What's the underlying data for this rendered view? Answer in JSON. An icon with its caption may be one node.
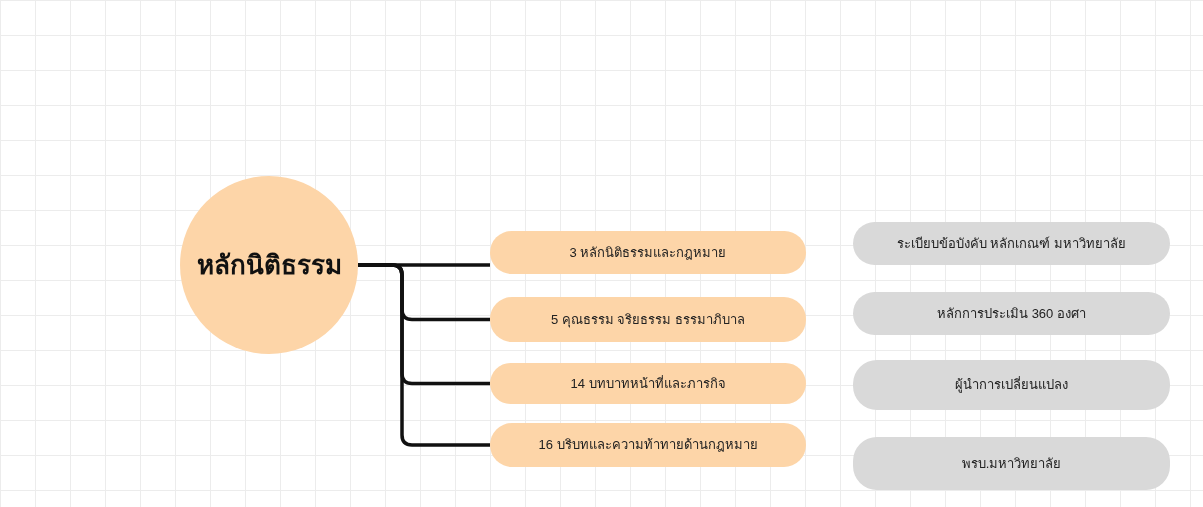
{
  "diagram": {
    "nodes": [
      {
        "text": [
          "หลักนิติธรรม"
        ]
      },
      {
        "text": [
          "3 หลักนิติธรรมและกฎหมาย"
        ]
      },
      {
        "text": [
          "5 คุณธรรม จริยธรรม ธรรมาภิบาล"
        ]
      },
      {
        "text": [
          "14 บทบาทหน้าที่และภารกิจ"
        ]
      },
      {
        "text": [
          "16 บริบทและความท้าทายด้านกฎหมาย"
        ]
      },
      {
        "text": [
          "ระเบียบข้อบังคับ หลักเกณฑ์ มหาวิทยาลัย"
        ]
      },
      {
        "text": [
          "หลักการประเมิน 360 องศา"
        ]
      },
      {
        "text": [
          "ผู้นำการเปลี่ยนแปลง"
        ]
      },
      {
        "text": [
          "พรบ.มหาวิทยาลัย"
        ]
      }
    ],
    "edges": [
      {
        "from": 0,
        "to": 1,
        "arrow": "none"
      },
      {
        "from": 0,
        "to": 2,
        "arrow": "none"
      },
      {
        "from": 0,
        "to": 3,
        "arrow": "none"
      },
      {
        "from": 0,
        "to": 4,
        "arrow": "none"
      }
    ]
  }
}
